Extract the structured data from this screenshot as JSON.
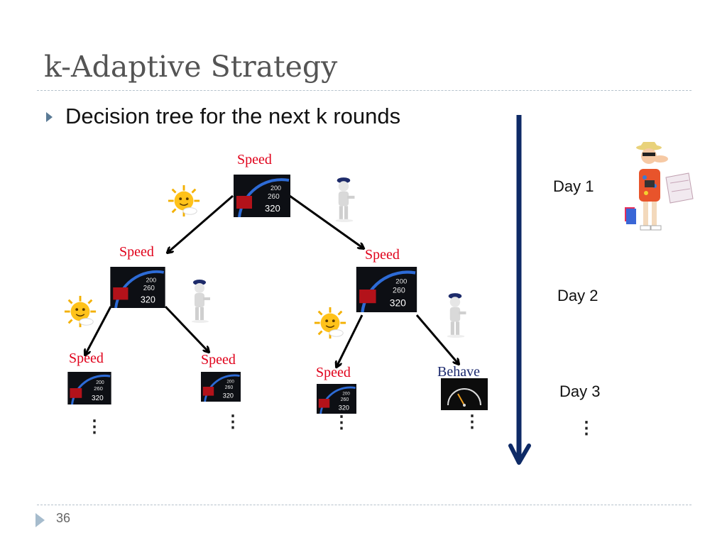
{
  "slide": {
    "title": "k-Adaptive Strategy",
    "bullet": "Decision tree for the next k rounds",
    "page_number": "36"
  },
  "tree": {
    "root_label": "Speed",
    "l1_left_label": "Speed",
    "l1_right_label": "Speed",
    "l2_ll_label": "Speed",
    "l2_lr_label": "Speed",
    "l2_rl_label": "Speed",
    "l2_rr_label": "Behave"
  },
  "days": {
    "day1": "Day 1",
    "day2": "Day 2",
    "day3": "Day 3"
  },
  "continuation": "⋮",
  "colors": {
    "speed_label": "#e0001a",
    "behave_label": "#1c2a6e",
    "time_arrow": "#0e2a66",
    "title_text": "#545454"
  },
  "icons": [
    "sun-icon",
    "police-officer-icon",
    "speedometer-icon",
    "tourist-icon"
  ]
}
